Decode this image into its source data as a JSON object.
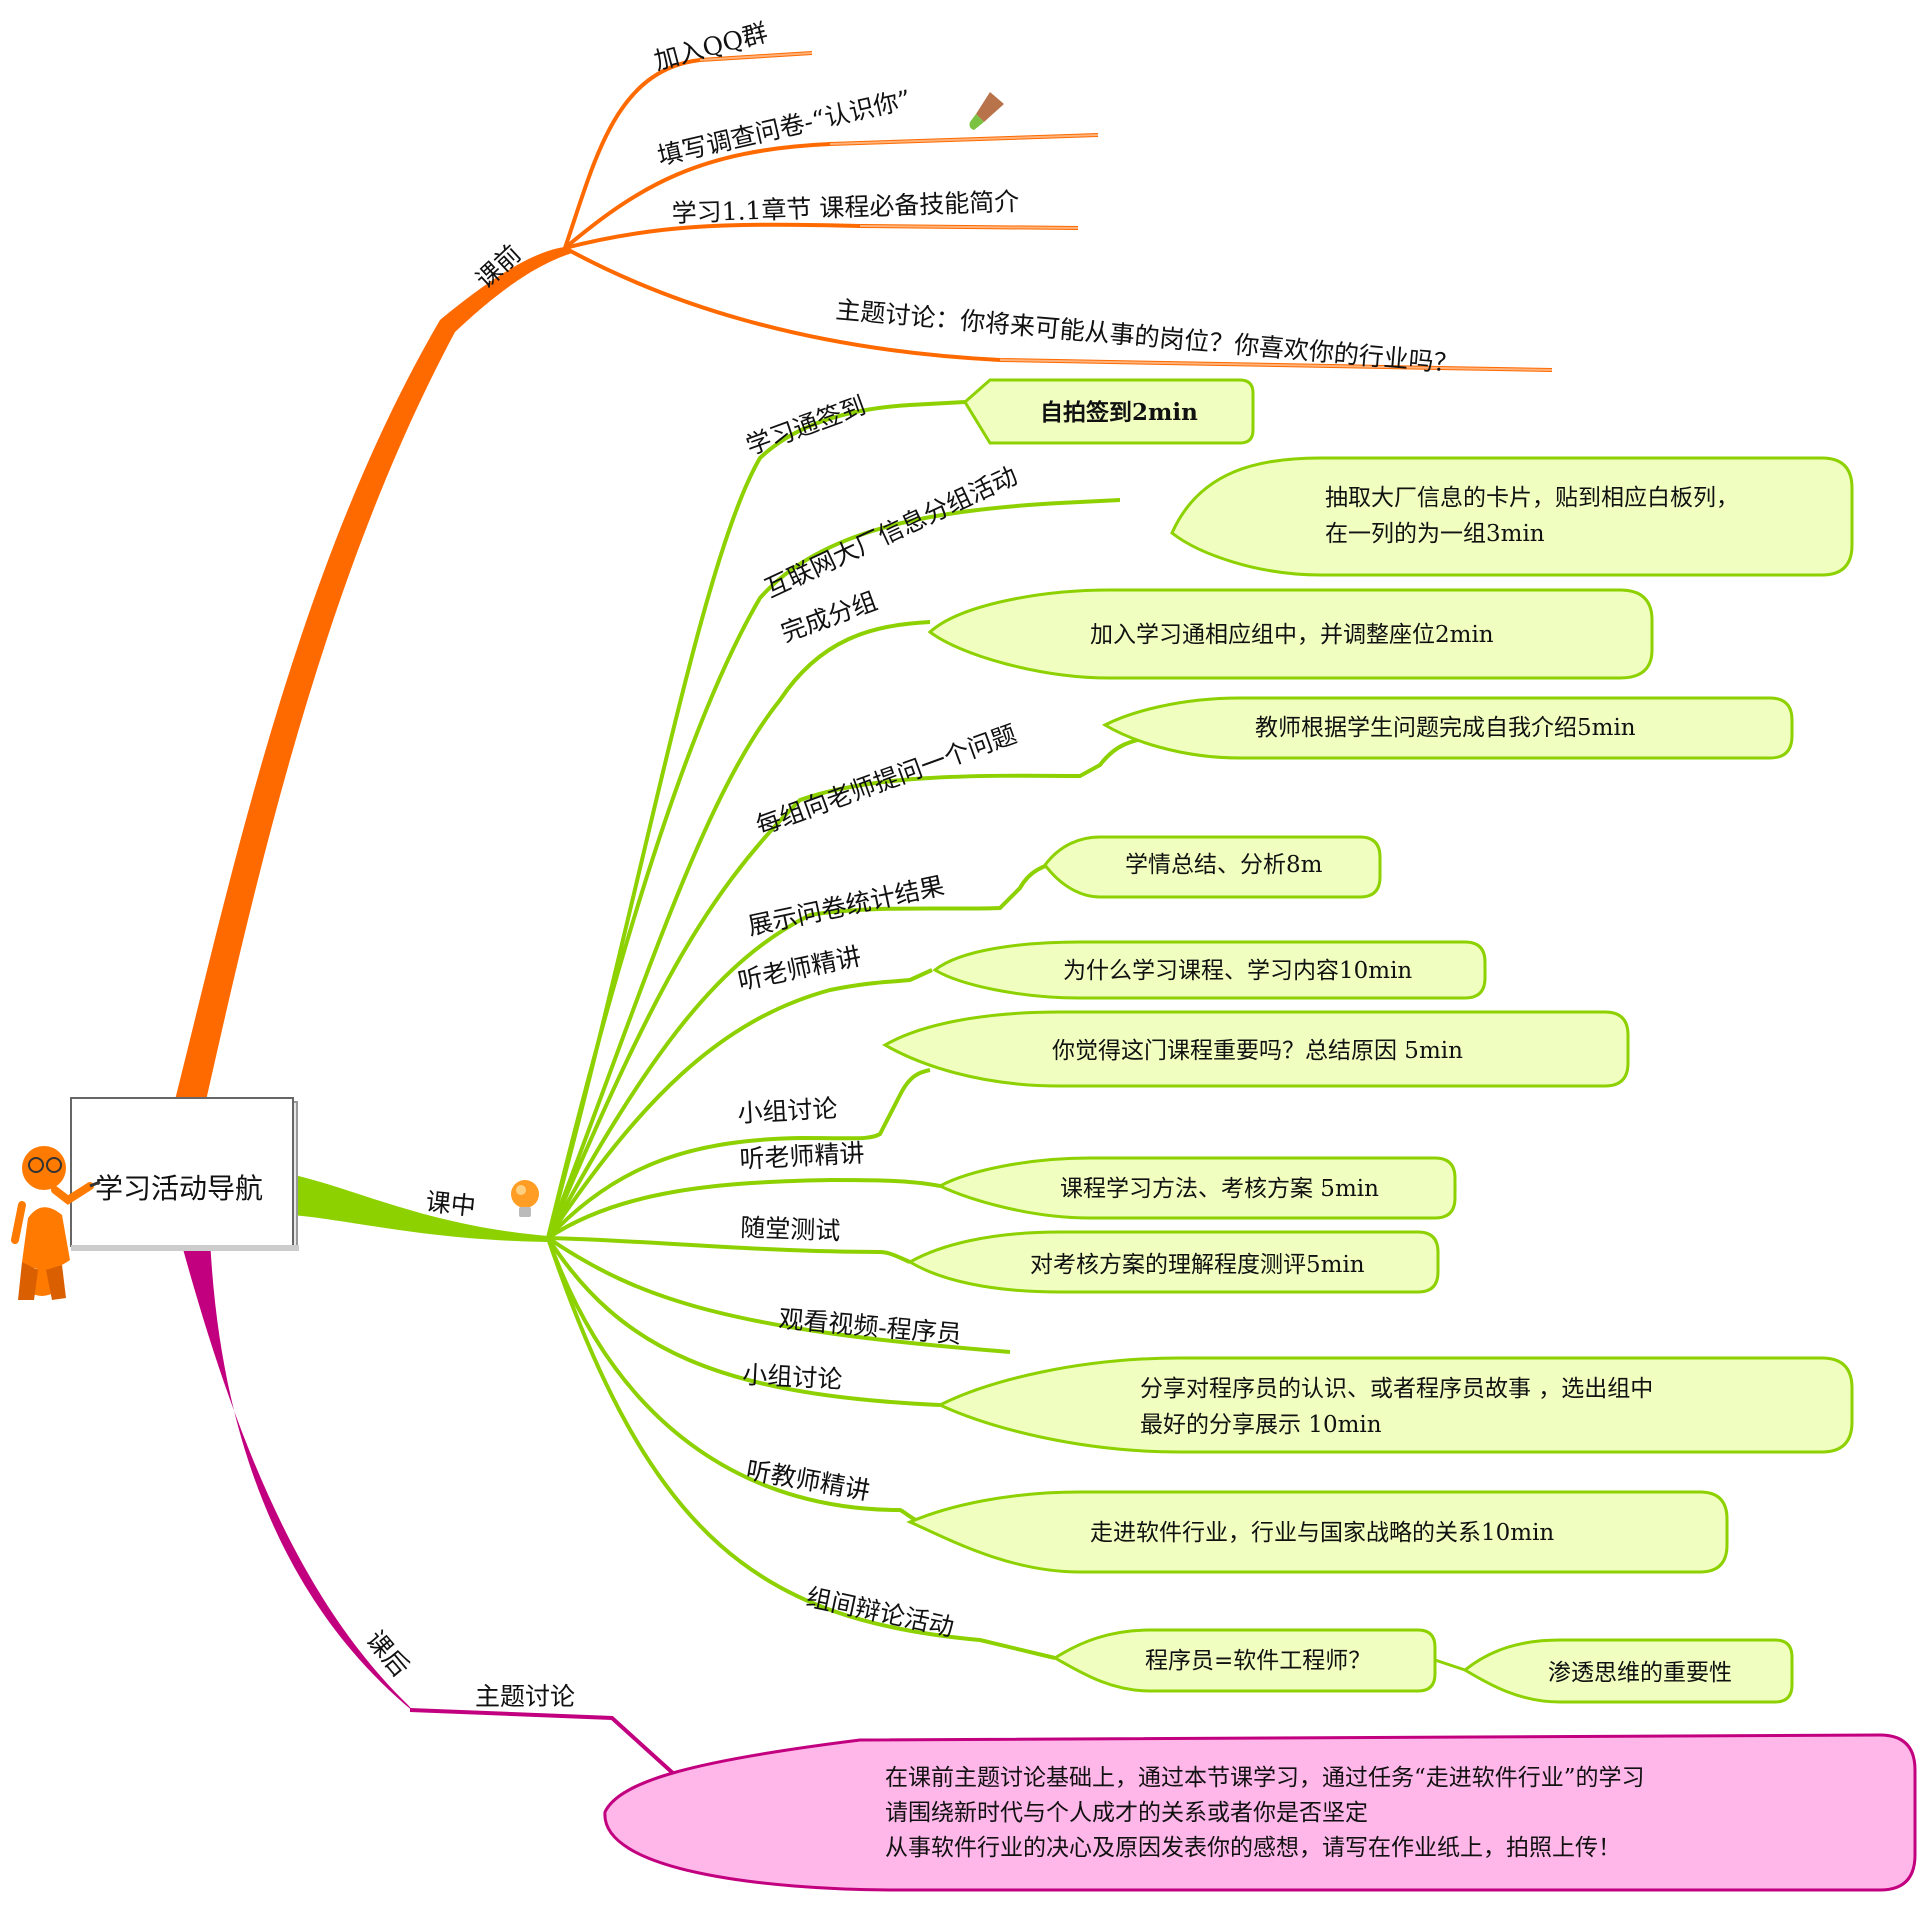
{
  "root": {
    "title": "学习活动导航"
  },
  "colors": {
    "pre": "#ff6a00",
    "in": "#8dd100",
    "post": "#c2007f",
    "note_fill": "#f0ffc0",
    "post_note_fill": "#ffb7ea"
  },
  "pre_class": {
    "label": "课前",
    "items": [
      "加入QQ群",
      "填写调查问卷-“认识你”",
      "学习1.1章节 课程必备技能简介",
      "主题讨论：你将来可能从事的岗位？你喜欢你的行业吗？"
    ]
  },
  "in_class": {
    "label": "课中",
    "items": [
      {
        "label": "学习通签到",
        "note": [
          "自拍签到2min"
        ]
      },
      {
        "label": "互联网大厂信息分组活动",
        "note": [
          "抽取大厂信息的卡片，贴到相应白板列，",
          "在一列的为一组3min"
        ]
      },
      {
        "label": "完成分组",
        "note": [
          "加入学习通相应组中，并调整座位2min"
        ]
      },
      {
        "label": "每组向老师提问一个问题",
        "note": [
          "教师根据学生问题完成自我介绍5min"
        ]
      },
      {
        "label": "展示问卷统计结果",
        "note": [
          "学情总结、分析8m"
        ]
      },
      {
        "label": "听老师精讲",
        "note": [
          "为什么学习课程、学习内容10min"
        ]
      },
      {
        "label": "小组讨论",
        "note": [
          "你觉得这门课程重要吗？总结原因 5min"
        ]
      },
      {
        "label": "听老师精讲",
        "note": [
          "课程学习方法、考核方案 5min"
        ]
      },
      {
        "label": "随堂测试",
        "note": [
          "对考核方案的理解程度测评5min"
        ]
      },
      {
        "label": "观看视频-程序员",
        "note": []
      },
      {
        "label": "小组讨论",
        "note": [
          "分享对程序员的认识、或者程序员故事 ，选出组中",
          "最好的分享展示 10min"
        ]
      },
      {
        "label": "听教师精讲",
        "note": [
          "走进软件行业，行业与国家战略的关系10min"
        ]
      },
      {
        "label": "组间辩论活动",
        "note": [
          "程序员=软件工程师？"
        ],
        "sub_note": [
          "渗透思维的重要性"
        ]
      }
    ]
  },
  "post_class": {
    "label": "课后",
    "item": "主题讨论",
    "note": [
      "在课前主题讨论基础上，通过本节课学习，通过任务“走进软件行业”的学习",
      "请围绕新时代与个人成才的关系或者你是否坚定",
      "从事软件行业的决心及原因发表你的感想，请写在作业纸上，拍照上传！"
    ]
  },
  "icons": [
    "presenter-figure",
    "paintbrush-icon",
    "lightbulb-icon"
  ]
}
